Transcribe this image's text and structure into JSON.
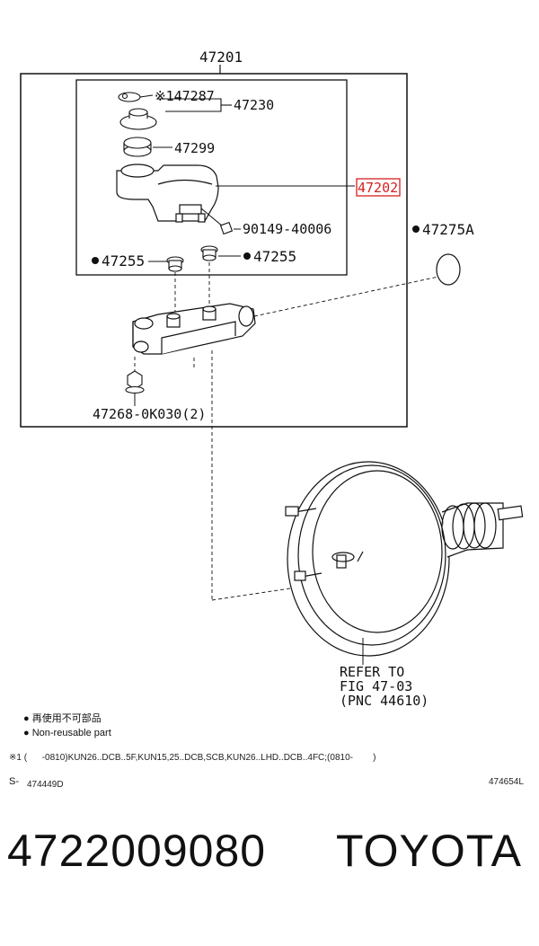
{
  "diagram": {
    "parts": {
      "assembly": "47201",
      "reservoir_set": "47230",
      "cap_star": "※1",
      "cap": "47287",
      "strainer": "47299",
      "reservoir": "47202",
      "bolt": "90149-40006",
      "grommet_left": "47255",
      "grommet_right": "47255",
      "oring": "47275A",
      "nut": "47268-0K030(2)",
      "refer_line1": "REFER TO",
      "refer_line2": "FIG 47-03",
      "refer_line3": "(PNC 44610)"
    },
    "legend": {
      "bullet_jp": "● 再使用不可部品",
      "bullet_en": "● Non-reusable part",
      "note": "※1 (      -0810)KUN26..DCB..5F,KUN15,25..DCB,SCB,KUN26..LHD..DCB..4FC;(0810-        )",
      "code_left_prefix": "S-",
      "code_left": "474449D",
      "code_right": "474654L"
    },
    "footer": {
      "part_number": "4722009080",
      "brand": "TOYOTA"
    },
    "colors": {
      "highlight": "#d62020",
      "line": "#111111"
    }
  }
}
